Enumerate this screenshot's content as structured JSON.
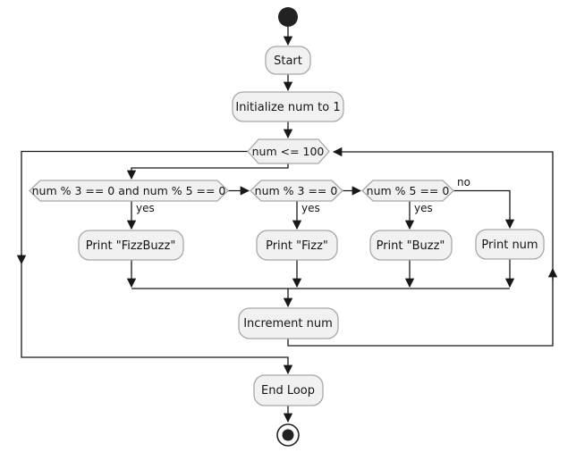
{
  "diagram": {
    "type": "activity-flowchart",
    "nodes": {
      "start": "Start",
      "initialize": "Initialize num to 1",
      "loop_condition": "num <= 100",
      "cond_fizzbuzz": "num % 3 == 0 and num % 5 == 0",
      "cond_fizz": "num % 3 == 0",
      "cond_buzz": "num % 5 == 0",
      "print_fizzbuzz": "Print \"FizzBuzz\"",
      "print_fizz": "Print \"Fizz\"",
      "print_buzz": "Print \"Buzz\"",
      "print_num": "Print num",
      "increment": "Increment num",
      "end_loop": "End Loop"
    },
    "edge_labels": {
      "yes": "yes",
      "no": "no"
    },
    "colors": {
      "background": "#FFFFFF",
      "node_fill": "#F1F1F1",
      "node_border": "#A8A8A8",
      "edge": "#181818",
      "text": "#141414",
      "terminal_fill": "#222222"
    }
  }
}
